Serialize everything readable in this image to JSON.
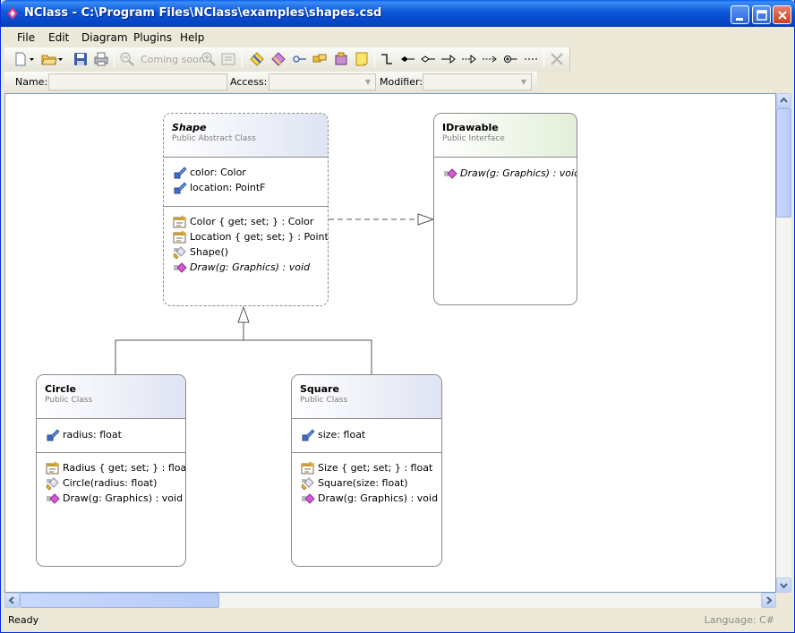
{
  "window": {
    "title": "NClass - C:\\Program Files\\NClass\\examples\\shapes.csd"
  },
  "menu": [
    "File",
    "Edit",
    "Diagram",
    "Plugins",
    "Help"
  ],
  "toolbar": {
    "zoom_label": "Coming soon"
  },
  "props": {
    "name_label": "Name:",
    "access_label": "Access:",
    "modifier_label": "Modifier:",
    "name_value": "",
    "access_value": "",
    "modifier_value": ""
  },
  "status": {
    "text": "Ready",
    "language": "Language: C#"
  },
  "colors": {
    "title_bar": "#0b58d8",
    "class_header": "#dfe4f3",
    "interface_header": "#e3efd9",
    "border": "#8a8a8a"
  },
  "diagram": {
    "shape": {
      "name": "Shape",
      "kind": "Public Abstract Class",
      "fields": [
        {
          "icon": "field-icon",
          "text": "color: Color"
        },
        {
          "icon": "field-icon",
          "text": "location: PointF"
        }
      ],
      "operations": [
        {
          "icon": "property-icon",
          "text": "Color { get; set; } : Color"
        },
        {
          "icon": "property-icon",
          "text": "Location { get; set; } : PointF"
        },
        {
          "icon": "constructor-icon",
          "text": "Shape()"
        },
        {
          "icon": "method-icon",
          "text": "Draw(g: Graphics) : void"
        }
      ]
    },
    "idrawable": {
      "name": "IDrawable",
      "kind": "Public Interface",
      "operations": [
        {
          "icon": "method-icon",
          "text": "Draw(g: Graphics) : void"
        }
      ]
    },
    "circle": {
      "name": "Circle",
      "kind": "Public Class",
      "fields": [
        {
          "icon": "field-icon",
          "text": "radius: float"
        }
      ],
      "operations": [
        {
          "icon": "property-icon",
          "text": "Radius { get; set; } : float"
        },
        {
          "icon": "constructor-icon",
          "text": "Circle(radius: float)"
        },
        {
          "icon": "method-icon",
          "text": "Draw(g: Graphics) : void"
        }
      ]
    },
    "square": {
      "name": "Square",
      "kind": "Public Class",
      "fields": [
        {
          "icon": "field-icon",
          "text": "size: float"
        }
      ],
      "operations": [
        {
          "icon": "property-icon",
          "text": "Size { get; set; } : float"
        },
        {
          "icon": "constructor-icon",
          "text": "Square(size: float)"
        },
        {
          "icon": "method-icon",
          "text": "Draw(g: Graphics) : void"
        }
      ]
    }
  }
}
